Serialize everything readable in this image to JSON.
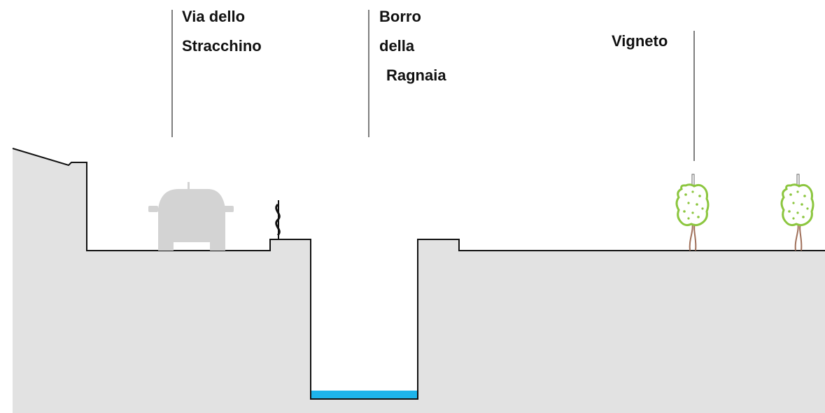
{
  "labels": {
    "road_line1": "Via dello",
    "road_line2": "Stracchino",
    "stream_line1": "Borro",
    "stream_line2": "della",
    "stream_line3": "Ragnaia",
    "vineyard": "Vigneto"
  },
  "colors": {
    "ground_fill": "#e2e2e2",
    "outline": "#111111",
    "water": "#1eb4ea",
    "car": "#d3d3d3",
    "foliage": "#8cc63f",
    "trunk": "#a0705a"
  },
  "icons": {
    "car": "car-rear-icon",
    "railing": "guard-railing-icon",
    "vine": "vine-plant-icon"
  }
}
